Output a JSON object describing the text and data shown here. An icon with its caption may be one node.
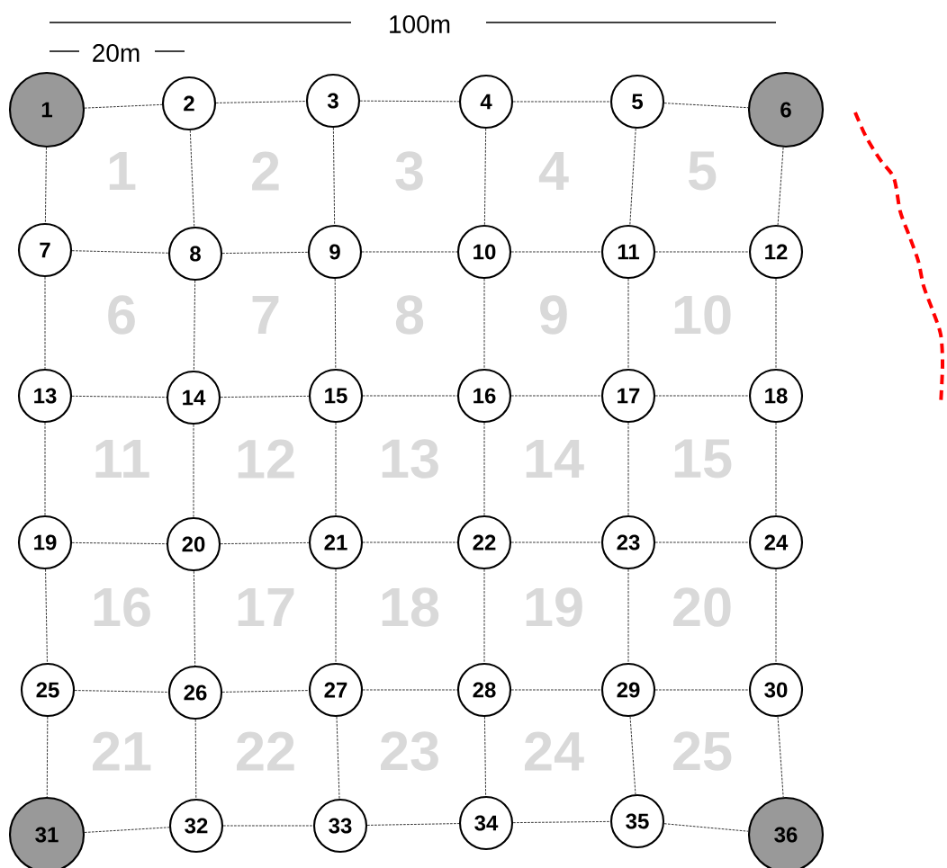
{
  "diagram": {
    "nodes": [
      {
        "text": [
          "1"
        ]
      },
      {
        "text": [
          "2"
        ]
      },
      {
        "text": [
          "3"
        ]
      },
      {
        "text": [
          "4"
        ]
      },
      {
        "text": [
          "5"
        ]
      },
      {
        "text": [
          "6"
        ]
      },
      {
        "text": [
          "7"
        ]
      },
      {
        "text": [
          "8"
        ]
      },
      {
        "text": [
          "9"
        ]
      },
      {
        "text": [
          "10"
        ]
      },
      {
        "text": [
          "11"
        ]
      },
      {
        "text": [
          "12"
        ]
      },
      {
        "text": [
          "13"
        ]
      },
      {
        "text": [
          "14"
        ]
      },
      {
        "text": [
          "15"
        ]
      },
      {
        "text": [
          "16"
        ]
      },
      {
        "text": [
          "17"
        ]
      },
      {
        "text": [
          "18"
        ]
      },
      {
        "text": [
          "19"
        ]
      },
      {
        "text": [
          "20"
        ]
      },
      {
        "text": [
          "21"
        ]
      },
      {
        "text": [
          "22"
        ]
      },
      {
        "text": [
          "23"
        ]
      },
      {
        "text": [
          "24"
        ]
      },
      {
        "text": [
          "25"
        ]
      },
      {
        "text": [
          "26"
        ]
      },
      {
        "text": [
          "27"
        ]
      },
      {
        "text": [
          "28"
        ]
      },
      {
        "text": [
          "29"
        ]
      },
      {
        "text": [
          "30"
        ]
      },
      {
        "text": [
          "31"
        ]
      },
      {
        "text": [
          "32"
        ]
      },
      {
        "text": [
          "33"
        ]
      },
      {
        "text": [
          "34"
        ]
      },
      {
        "text": [
          "35"
        ]
      },
      {
        "text": [
          "36"
        ]
      }
    ],
    "edges": [
      {
        "from": 0,
        "to": 1,
        "arrow": "none",
        "style": "dashed"
      },
      {
        "from": 1,
        "to": 2,
        "arrow": "none",
        "style": "dashed"
      },
      {
        "from": 2,
        "to": 3,
        "arrow": "none",
        "style": "dashed"
      },
      {
        "from": 3,
        "to": 4,
        "arrow": "none",
        "style": "dashed"
      },
      {
        "from": 4,
        "to": 5,
        "arrow": "none",
        "style": "dashed"
      },
      {
        "from": 6,
        "to": 7,
        "arrow": "none",
        "style": "dashed"
      },
      {
        "from": 7,
        "to": 8,
        "arrow": "none",
        "style": "dashed"
      },
      {
        "from": 8,
        "to": 9,
        "arrow": "none",
        "style": "dashed"
      },
      {
        "from": 9,
        "to": 10,
        "arrow": "none",
        "style": "dashed"
      },
      {
        "from": 10,
        "to": 11,
        "arrow": "none",
        "style": "dashed"
      },
      {
        "from": 12,
        "to": 13,
        "arrow": "none",
        "style": "dashed"
      },
      {
        "from": 13,
        "to": 14,
        "arrow": "none",
        "style": "dashed"
      },
      {
        "from": 14,
        "to": 15,
        "arrow": "none",
        "style": "dashed"
      },
      {
        "from": 15,
        "to": 16,
        "arrow": "none",
        "style": "dashed"
      },
      {
        "from": 16,
        "to": 17,
        "arrow": "none",
        "style": "dashed"
      },
      {
        "from": 18,
        "to": 19,
        "arrow": "none",
        "style": "dashed"
      },
      {
        "from": 19,
        "to": 20,
        "arrow": "none",
        "style": "dashed"
      },
      {
        "from": 20,
        "to": 21,
        "arrow": "none",
        "style": "dashed"
      },
      {
        "from": 21,
        "to": 22,
        "arrow": "none",
        "style": "dashed"
      },
      {
        "from": 22,
        "to": 23,
        "arrow": "none",
        "style": "dashed"
      },
      {
        "from": 24,
        "to": 25,
        "arrow": "none",
        "style": "dashed"
      },
      {
        "from": 25,
        "to": 26,
        "arrow": "none",
        "style": "dashed"
      },
      {
        "from": 26,
        "to": 27,
        "arrow": "none",
        "style": "dashed"
      },
      {
        "from": 27,
        "to": 28,
        "arrow": "none",
        "style": "dashed"
      },
      {
        "from": 28,
        "to": 29,
        "arrow": "none",
        "style": "dashed"
      },
      {
        "from": 30,
        "to": 31,
        "arrow": "none",
        "style": "dashed"
      },
      {
        "from": 31,
        "to": 32,
        "arrow": "none",
        "style": "dashed"
      },
      {
        "from": 32,
        "to": 33,
        "arrow": "none",
        "style": "dashed"
      },
      {
        "from": 33,
        "to": 34,
        "arrow": "none",
        "style": "dashed"
      },
      {
        "from": 34,
        "to": 35,
        "arrow": "none",
        "style": "dashed"
      },
      {
        "from": 0,
        "to": 6,
        "arrow": "none",
        "style": "dashed"
      },
      {
        "from": 6,
        "to": 12,
        "arrow": "none",
        "style": "dashed"
      },
      {
        "from": 12,
        "to": 18,
        "arrow": "none",
        "style": "dashed"
      },
      {
        "from": 18,
        "to": 24,
        "arrow": "none",
        "style": "dashed"
      },
      {
        "from": 24,
        "to": 30,
        "arrow": "none",
        "style": "dashed"
      },
      {
        "from": 1,
        "to": 7,
        "arrow": "none",
        "style": "dashed"
      },
      {
        "from": 7,
        "to": 13,
        "arrow": "none",
        "style": "dashed"
      },
      {
        "from": 13,
        "to": 19,
        "arrow": "none",
        "style": "dashed"
      },
      {
        "from": 19,
        "to": 25,
        "arrow": "none",
        "style": "dashed"
      },
      {
        "from": 25,
        "to": 31,
        "arrow": "none",
        "style": "dashed"
      },
      {
        "from": 2,
        "to": 8,
        "arrow": "none",
        "style": "dashed"
      },
      {
        "from": 8,
        "to": 14,
        "arrow": "none",
        "style": "dashed"
      },
      {
        "from": 14,
        "to": 20,
        "arrow": "none",
        "style": "dashed"
      },
      {
        "from": 20,
        "to": 26,
        "arrow": "none",
        "style": "dashed"
      },
      {
        "from": 26,
        "to": 32,
        "arrow": "none",
        "style": "dashed"
      },
      {
        "from": 3,
        "to": 9,
        "arrow": "none",
        "style": "dashed"
      },
      {
        "from": 9,
        "to": 15,
        "arrow": "none",
        "style": "dashed"
      },
      {
        "from": 15,
        "to": 21,
        "arrow": "none",
        "style": "dashed"
      },
      {
        "from": 21,
        "to": 27,
        "arrow": "none",
        "style": "dashed"
      },
      {
        "from": 27,
        "to": 33,
        "arrow": "none",
        "style": "dashed"
      },
      {
        "from": 4,
        "to": 10,
        "arrow": "none",
        "style": "dashed"
      },
      {
        "from": 10,
        "to": 16,
        "arrow": "none",
        "style": "dashed"
      },
      {
        "from": 16,
        "to": 22,
        "arrow": "none",
        "style": "dashed"
      },
      {
        "from": 22,
        "to": 28,
        "arrow": "none",
        "style": "dashed"
      },
      {
        "from": 28,
        "to": 34,
        "arrow": "none",
        "style": "dashed"
      },
      {
        "from": 5,
        "to": 11,
        "arrow": "none",
        "style": "dashed"
      },
      {
        "from": 11,
        "to": 17,
        "arrow": "none",
        "style": "dashed"
      },
      {
        "from": 17,
        "to": 23,
        "arrow": "none",
        "style": "dashed"
      },
      {
        "from": 23,
        "to": 29,
        "arrow": "none",
        "style": "dashed"
      },
      {
        "from": 29,
        "to": 35,
        "arrow": "none",
        "style": "dashed"
      }
    ],
    "labels": [
      "100m",
      "20m",
      "1",
      "2",
      "3",
      "4",
      "5",
      "6",
      "7",
      "8",
      "9",
      "10",
      "11",
      "12",
      "13",
      "14",
      "15",
      "16",
      "17",
      "18",
      "19",
      "20",
      "21",
      "22",
      "23",
      "24",
      "25"
    ]
  }
}
